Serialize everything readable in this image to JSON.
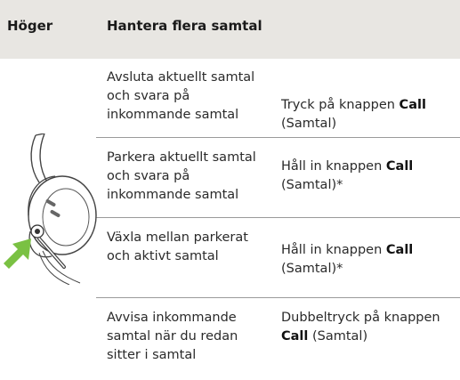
{
  "header": {
    "col_side": "Höger",
    "col_manage": "Hantera flera samtal"
  },
  "rows": [
    {
      "action": "Avsluta aktuellt samtal och svara på inkommande samtal",
      "how_pre": "Tryck på knappen ",
      "how_bold": "Call",
      "how_post": " (Samtal)"
    },
    {
      "action": "Parkera aktuellt samtal och svara på inkommande samtal",
      "how_pre": "Håll in knappen ",
      "how_bold": "Call",
      "how_post": " (Samtal)*"
    },
    {
      "action": "Växla mellan parkerat och aktivt samtal",
      "how_pre": "Håll in knappen ",
      "how_bold": "Call",
      "how_post": " (Samtal)*"
    },
    {
      "action": "Avvisa inkommande samtal när du redan sitter i samtal",
      "how_pre": "Dubbeltryck på knappen ",
      "how_bold": "Call",
      "how_post": " (Samtal)"
    }
  ],
  "colors": {
    "header_bg": "#e8e6e2",
    "arrow": "#7ac143",
    "divider": "#9a9a9a"
  },
  "icons": {
    "illustration": "headset-earcup-illustration",
    "pointer": "green-arrow-icon"
  }
}
